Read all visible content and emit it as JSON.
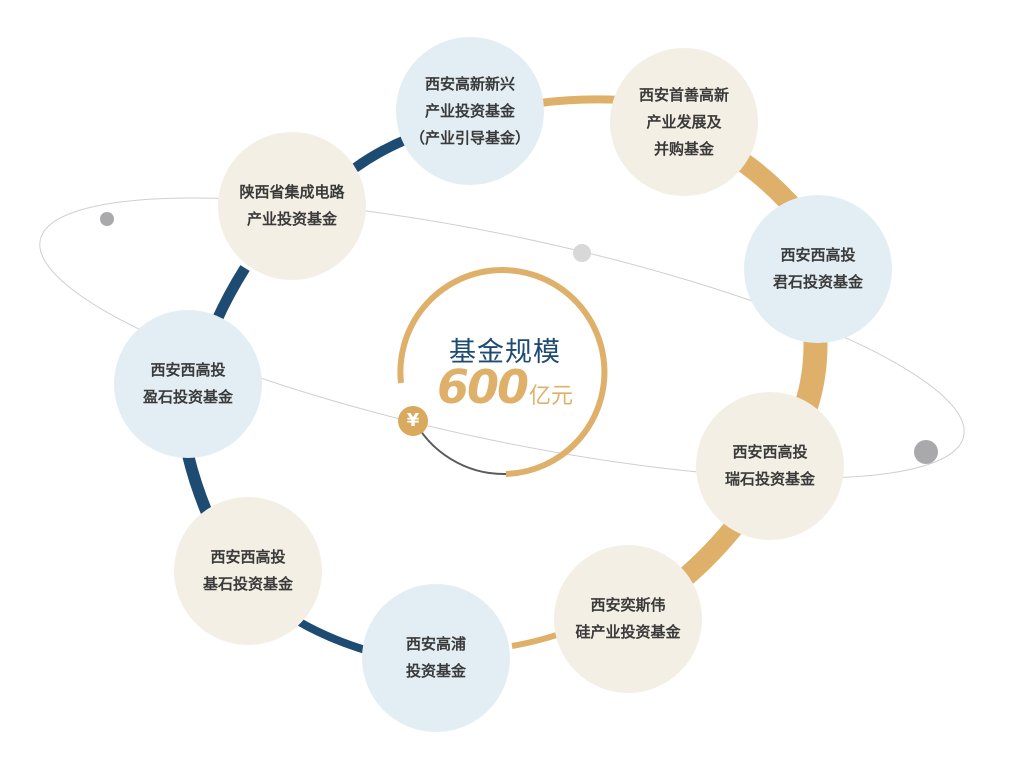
{
  "center": {
    "title": "基金规模",
    "amount": "600",
    "unit": "亿元",
    "badge_symbol": "¥"
  },
  "funds": [
    {
      "lines": [
        "西安高新新兴",
        "产业投资基金",
        "（产业引导基金）"
      ],
      "tone": "blue"
    },
    {
      "lines": [
        "西安首善高新",
        "产业发展及",
        "并购基金"
      ],
      "tone": "beige"
    },
    {
      "lines": [
        "西安西高投",
        "君石投资基金"
      ],
      "tone": "blue"
    },
    {
      "lines": [
        "西安西高投",
        "瑞石投资基金"
      ],
      "tone": "beige"
    },
    {
      "lines": [
        "西安奕斯伟",
        "硅产业投资基金"
      ],
      "tone": "beige"
    },
    {
      "lines": [
        "西安高浦",
        "投资基金"
      ],
      "tone": "blue"
    },
    {
      "lines": [
        "西安西高投",
        "基石投资基金"
      ],
      "tone": "beige"
    },
    {
      "lines": [
        "西安西高投",
        "盈石投资基金"
      ],
      "tone": "blue"
    },
    {
      "lines": [
        "陕西省集成电路",
        "产业投资基金"
      ],
      "tone": "beige"
    }
  ],
  "colors": {
    "navy": "#1e4b72",
    "gold": "#dfb06a",
    "node_blue": "#e3eef4",
    "node_beige": "#f4efe5",
    "orbit_line": "#cfcfcf",
    "orbit_dot": "#a9a9ab",
    "inner_ring_gray": "#5a5a5a"
  }
}
